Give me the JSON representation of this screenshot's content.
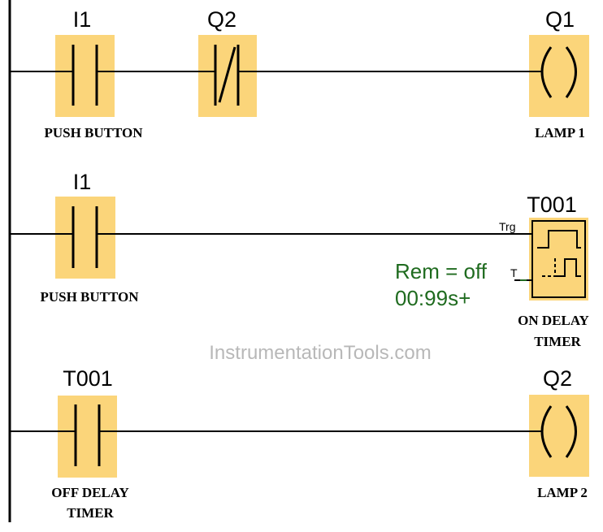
{
  "rungs": [
    {
      "contacts": [
        {
          "tag": "I1",
          "caption": "PUSH BUTTON",
          "type": "normally-open"
        },
        {
          "tag": "Q2",
          "caption": "",
          "type": "normally-closed"
        }
      ],
      "output": {
        "tag": "Q1",
        "caption": "LAMP 1",
        "type": "coil"
      }
    },
    {
      "contacts": [
        {
          "tag": "I1",
          "caption": "PUSH BUTTON",
          "type": "normally-open"
        }
      ],
      "timer": {
        "tag": "T001",
        "trg_label": "Trg",
        "t_label": "T",
        "param_line1": "Rem = off",
        "param_line2": "00:99s+",
        "caption_line1": "ON DELAY",
        "caption_line2": "TIMER"
      }
    },
    {
      "contacts": [
        {
          "tag": "T001",
          "caption_line1": "OFF DELAY",
          "caption_line2": "TIMER",
          "type": "normally-open"
        }
      ],
      "output": {
        "tag": "Q2",
        "caption": "LAMP 2",
        "type": "coil"
      }
    }
  ],
  "watermark": "InstrumentationTools.com",
  "colors": {
    "pad": "#fbd57a",
    "param_text": "#1f6b1f",
    "watermark": "#b8b8b8"
  }
}
